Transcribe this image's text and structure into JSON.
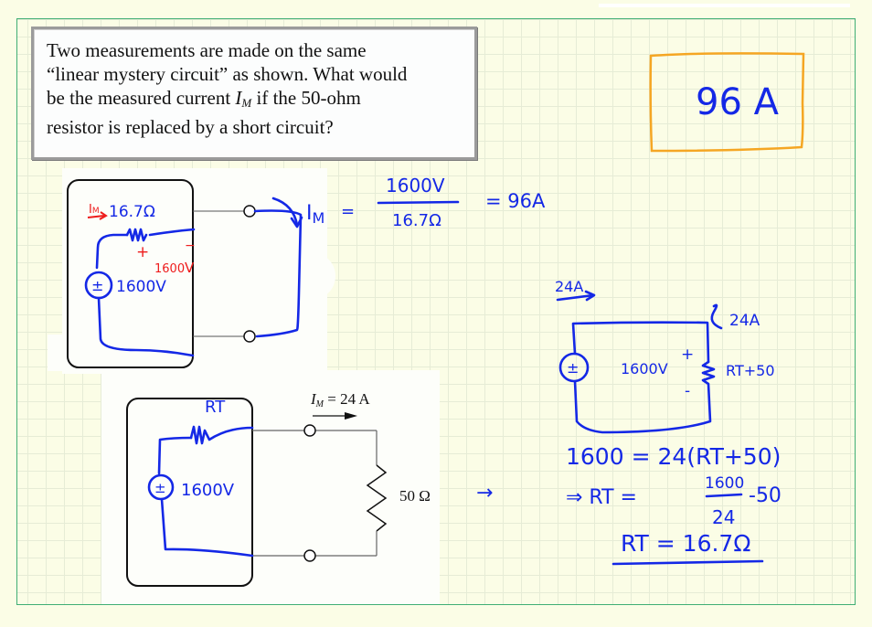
{
  "question": {
    "line1": "Two measurements are made on the same",
    "line2": "“linear mystery circuit” as shown. What would",
    "line3_pre": "be the measured current ",
    "line3_var": "I",
    "line3_sub": "M",
    "line3_post": " if the 50-ohm",
    "line4": "resistor is replaced by a short circuit?"
  },
  "answer": {
    "text": "96 A",
    "border_color": "#f5a623",
    "ink_color": "#1428e6"
  },
  "circuit_short": {
    "current_label": "I",
    "current_sub": "M",
    "resistor_label": "16.7Ω",
    "drop_plus": "+",
    "drop_value": "1600",
    "drop_minus": "−",
    "drop_unit": "V",
    "source_label": "1600V",
    "source_symbol": "±",
    "annotation_color": "#ee1c1c"
  },
  "equation_short": {
    "lhs_var": "I",
    "lhs_sub": "M",
    "equals": "=",
    "numerator": "1600V",
    "denominator": "16.7Ω",
    "result": "= 96A"
  },
  "circuit_measured": {
    "current_var": "I",
    "current_sub": "M",
    "current_value": " = 24 A",
    "thevenin_label": "RT",
    "source_label": "1600V",
    "load_label": "50 Ω"
  },
  "equivalent_circuit": {
    "loop_current": "24A",
    "branch_current": "24A",
    "source_label": "1600V",
    "resistor_label": "RT+50",
    "plus": "+",
    "minus": "-"
  },
  "derivation": {
    "line1": "1600 = 24(RT+50)",
    "line2_prefix": "⇒ RT =",
    "line2_num": "1600",
    "line2_den": "24",
    "line2_suffix": "-50",
    "result": "RT = 16.7Ω"
  },
  "arrow_symbol": "→"
}
